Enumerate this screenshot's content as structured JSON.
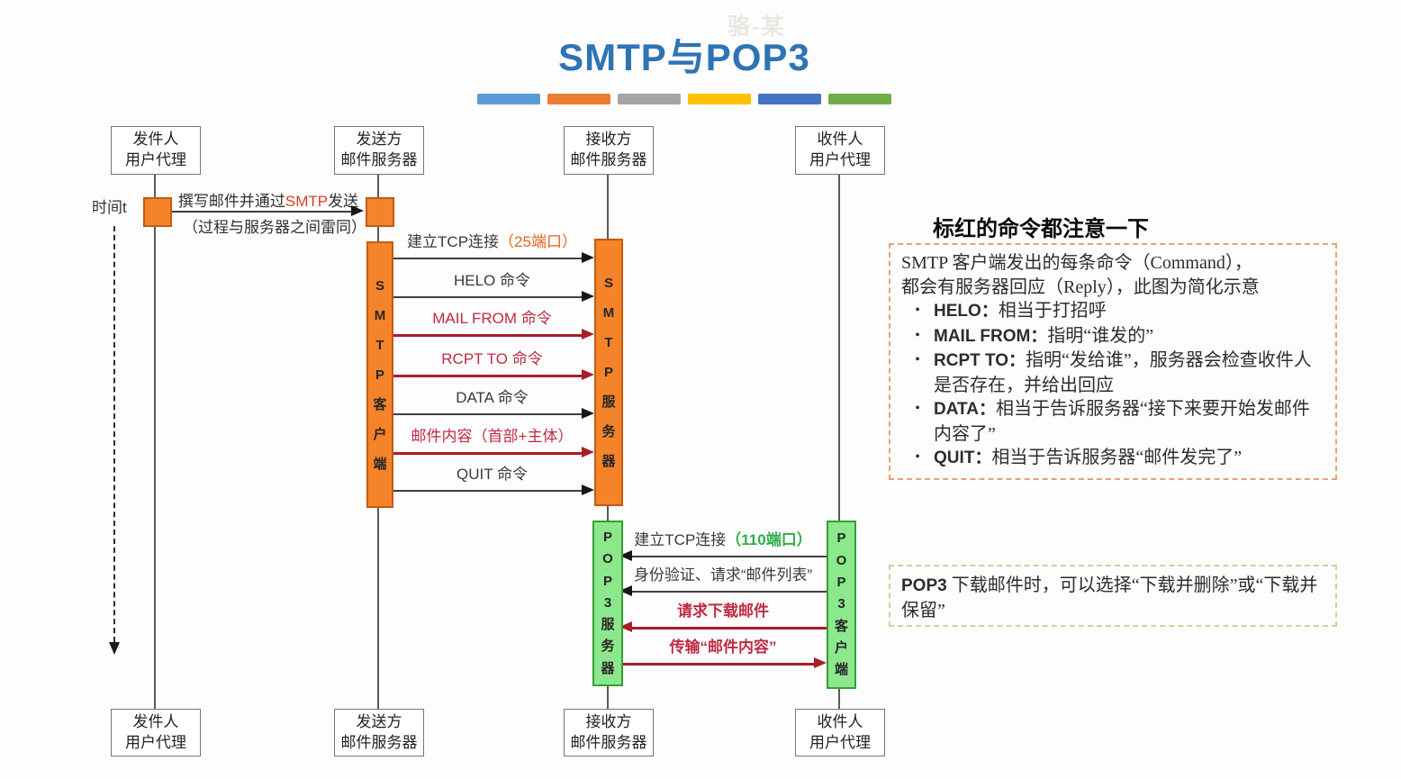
{
  "watermark": "骆-某",
  "title": "SMTP与POP3",
  "header": {
    "bar_colors": [
      "#5B9BD5",
      "#ED7D31",
      "#A5A5A5",
      "#FFC000",
      "#4472C4",
      "#70AD47"
    ]
  },
  "time_axis": {
    "label": "时间t"
  },
  "actors": {
    "top": [
      {
        "line1": "发件人",
        "line2": "用户代理"
      },
      {
        "line1": "发送方",
        "line2": "邮件服务器"
      },
      {
        "line1": "接收方",
        "line2": "邮件服务器"
      },
      {
        "line1": "收件人",
        "line2": "用户代理"
      }
    ],
    "bottom": [
      {
        "line1": "发件人",
        "line2": "用户代理"
      },
      {
        "line1": "发送方",
        "line2": "邮件服务器"
      },
      {
        "line1": "接收方",
        "line2": "邮件服务器"
      },
      {
        "line1": "收件人",
        "line2": "用户代理"
      }
    ]
  },
  "first_message": {
    "pre": "撰写邮件并通过",
    "highlight": "SMTP",
    "post": "发送",
    "note": "（过程与服务器之间雷同）"
  },
  "smtp": {
    "client_bar": "SMTP客户端",
    "server_bar": "SMTP服务器",
    "arrows": [
      {
        "label": "建立TCP连接",
        "suffix": "（25端口）"
      },
      {
        "label": "HELO 命令",
        "suffix": ""
      },
      {
        "label": "MAIL FROM 命令",
        "suffix": ""
      },
      {
        "label": "RCPT TO 命令",
        "suffix": ""
      },
      {
        "label": "DATA 命令",
        "suffix": ""
      },
      {
        "label": "邮件内容（首部+主体）",
        "suffix": ""
      },
      {
        "label": "QUIT 命令",
        "suffix": ""
      }
    ]
  },
  "pop3": {
    "server_bar": "POP3服务器",
    "client_bar": "POP3客户端",
    "arrows": [
      {
        "label": "建立TCP连接",
        "suffix": "（110端口）"
      },
      {
        "label": "身份验证、请求“邮件列表”",
        "suffix": ""
      },
      {
        "label": "请求下载邮件",
        "suffix": ""
      },
      {
        "label": "传输“邮件内容”",
        "suffix": ""
      }
    ]
  },
  "annotations": {
    "heading": "标红的命令都注意一下",
    "smtp_box": {
      "intro1": "SMTP 客户端发出的每条命令（Command），",
      "intro2": "都会有服务器回应（Reply），此图为简化示意",
      "bullet_marker": "•",
      "bullets": [
        {
          "cmd": "HELO：",
          "desc": "相当于打招呼"
        },
        {
          "cmd": "MAIL FROM：",
          "desc": "指明“谁发的”"
        },
        {
          "cmd": "RCPT TO：",
          "desc": "指明“发给谁”，服务器会检查收件人是否存在，并给出回应"
        },
        {
          "cmd": "DATA：",
          "desc": "相当于告诉服务器“接下来要开始发邮件内容了”"
        },
        {
          "cmd": "QUIT：",
          "desc": "相当于告诉服务器“邮件发完了”"
        }
      ]
    },
    "pop3_box": {
      "cmd": "POP3",
      "text": " 下载邮件时，可以选择“下载并删除”或“下载并保留”"
    }
  },
  "colors": {
    "title": "#2E74B5",
    "smtp_bar_fill": "#F5832A",
    "smtp_bar_border": "#C55A11",
    "pop3_bar_fill": "#8CE88C",
    "pop3_bar_border": "#33A033",
    "red_arrow": "#A91D28",
    "red_label": "#BE2B42",
    "black_arrow": "#161616",
    "port25_text": "#E2611C",
    "port110_text": "#2FAE48",
    "smtp_note_border": "#EBA06E",
    "pop3_note_border": "#D6CD9E",
    "smtp_highlight": "#E03C20"
  }
}
